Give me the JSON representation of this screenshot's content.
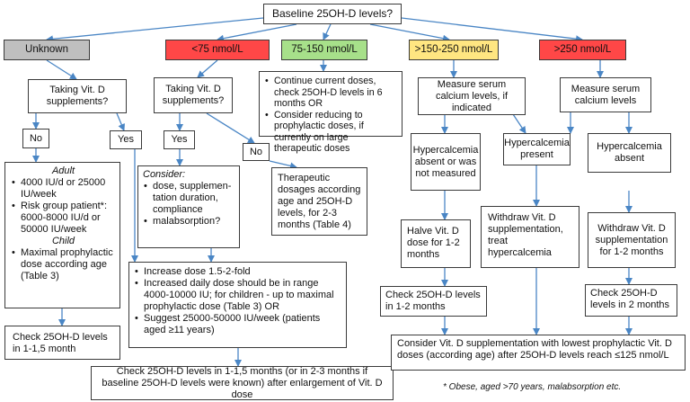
{
  "colors": {
    "unknown_fill": "#bfbfbf",
    "low_fill": "#ff4747",
    "normal_fill": "#a7e08a",
    "high_fill": "#ffe681",
    "toxic_fill": "#ff4747",
    "arrow": "#4a86c5"
  },
  "root": "Baseline 25OH-D levels?",
  "headers": {
    "unknown": "Unknown",
    "low": "<75 nmol/L",
    "normal": "75-150 nmol/L",
    "high": ">150-250 nmol/L",
    "toxic": ">250 nmol/L"
  },
  "unknown_branch": {
    "question": "Taking Vit. D supplements?",
    "no": "No",
    "yes": "Yes",
    "adult_title": "Adult",
    "adult_items": [
      "4000 IU/d or 25000 IU/week",
      "Risk group patient*: 6000-8000 IU/d or 50000 IU/week"
    ],
    "child_title": "Child",
    "child_items": [
      "Maximal prophylactic dose according age (Table 3)"
    ],
    "check": "Check 25OH-D levels in 1-1,5 month"
  },
  "low_branch": {
    "question": "Taking Vit. D supplements?",
    "yes": "Yes",
    "no": "No",
    "consider_title": "Consider:",
    "consider_items": [
      "dose, supplemen-tation duration, compliance",
      "malabsorption?"
    ],
    "therapeutic": "Therapeutic dosages according age and 25OH-D levels, for 2-3 months (Table 4)"
  },
  "increase_items": [
    "Increase dose 1.5-2-fold",
    "Increased daily dose should be in range 4000-10000 IU; for children - up to maximal prophylactic dose (Table 3) OR",
    "Suggest 25000-50000 IU/week (patients aged ≥11 years)"
  ],
  "final_check": "Check 25OH-D levels in 1-1,5 months (or in 2-3 months if baseline 25OH-D levels were known) after enlargement of Vit. D dose",
  "normal_items": [
    "Continue current doses, check 25OH-D levels in 6 months OR",
    "Consider reducing to prophylactic doses, if currently on large therapeutic doses"
  ],
  "high_branch": {
    "measure": "Measure serum calcium levels, if indicated",
    "absent": "Hypercalcemia absent or was not measured",
    "present": "Hypercalcemia present",
    "halve": "Halve Vit. D dose for 1-2 months",
    "withdraw": "Withdraw Vit. D supplementation, treat hypercalcemia",
    "check": "Check 25OH-D levels in 1-2 months"
  },
  "toxic_branch": {
    "measure": "Measure serum calcium levels",
    "absent": "Hypercalcemia absent",
    "withdraw": "Withdraw Vit. D supplementation for 1-2 months",
    "check": "Check 25OH-D levels in 2 months"
  },
  "consider_final": "Consider Vit. D supplementation with lowest prophylactic Vit. D doses (according age) after 25OH-D levels reach ≤125 nmol/L",
  "footnote": "* Obese, aged >70 years, malabsorption etc."
}
